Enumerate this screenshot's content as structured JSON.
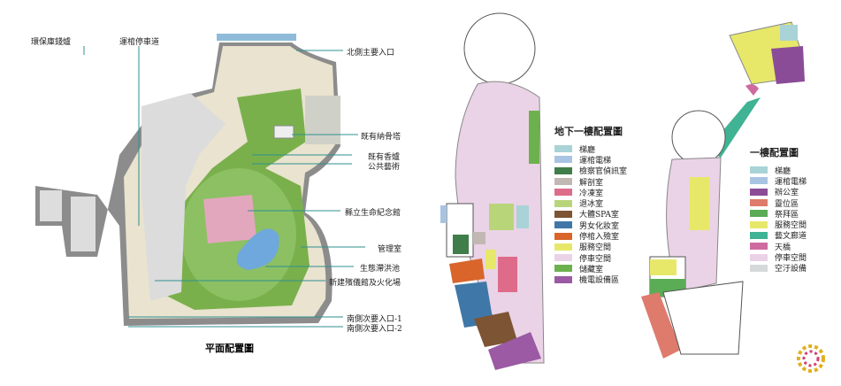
{
  "site_plan": {
    "caption": "平面配置圖",
    "labels_top": [
      "環保庫錢爐",
      "運棺停車道"
    ],
    "labels_right": [
      "北側主要入口",
      "既有納骨塔",
      "既有香爐",
      "公共藝術",
      "縣立生命紀念館",
      "管理室",
      "生態滯洪池",
      "新建殯儀館及火化場",
      "南側次要入口-1",
      "南側次要入口-2"
    ]
  },
  "basement_legend": {
    "title": "地下一樓配置圖",
    "items": [
      {
        "label": "梯廳",
        "color": "#a9d3d6"
      },
      {
        "label": "運棺電梯",
        "color": "#a9c4e2"
      },
      {
        "label": "檢察官偵訊室",
        "color": "#3f7d4a"
      },
      {
        "label": "解剖室",
        "color": "#c2b8b3"
      },
      {
        "label": "冷凍室",
        "color": "#de6b8a"
      },
      {
        "label": "退冰室",
        "color": "#b9d57a"
      },
      {
        "label": "大體SPA室",
        "color": "#7d5434"
      },
      {
        "label": "男女化妝室",
        "color": "#3f78a8"
      },
      {
        "label": "停棺入殮室",
        "color": "#d9652a"
      },
      {
        "label": "服務空間",
        "color": "#e7e86a"
      },
      {
        "label": "停車空間",
        "color": "#ead3e6"
      },
      {
        "label": "儲藏室",
        "color": "#6db14f"
      },
      {
        "label": "機電設備區",
        "color": "#9b5aa3"
      }
    ]
  },
  "first_floor_legend": {
    "title": "一樓配置圖",
    "items": [
      {
        "label": "梯廳",
        "color": "#a9d3d6"
      },
      {
        "label": "運棺電梯",
        "color": "#a9c4e2"
      },
      {
        "label": "辦公室",
        "color": "#8b4c97"
      },
      {
        "label": "靈位區",
        "color": "#de7b6c"
      },
      {
        "label": "祭拜區",
        "color": "#5aac55"
      },
      {
        "label": "服務空間",
        "color": "#e7e86a"
      },
      {
        "label": "藝文廊道",
        "color": "#3fb393"
      },
      {
        "label": "天橋",
        "color": "#cf6aa0"
      },
      {
        "label": "停車空間",
        "color": "#ead3e6"
      },
      {
        "label": "空汙設備",
        "color": "#d6d9d9"
      }
    ]
  }
}
